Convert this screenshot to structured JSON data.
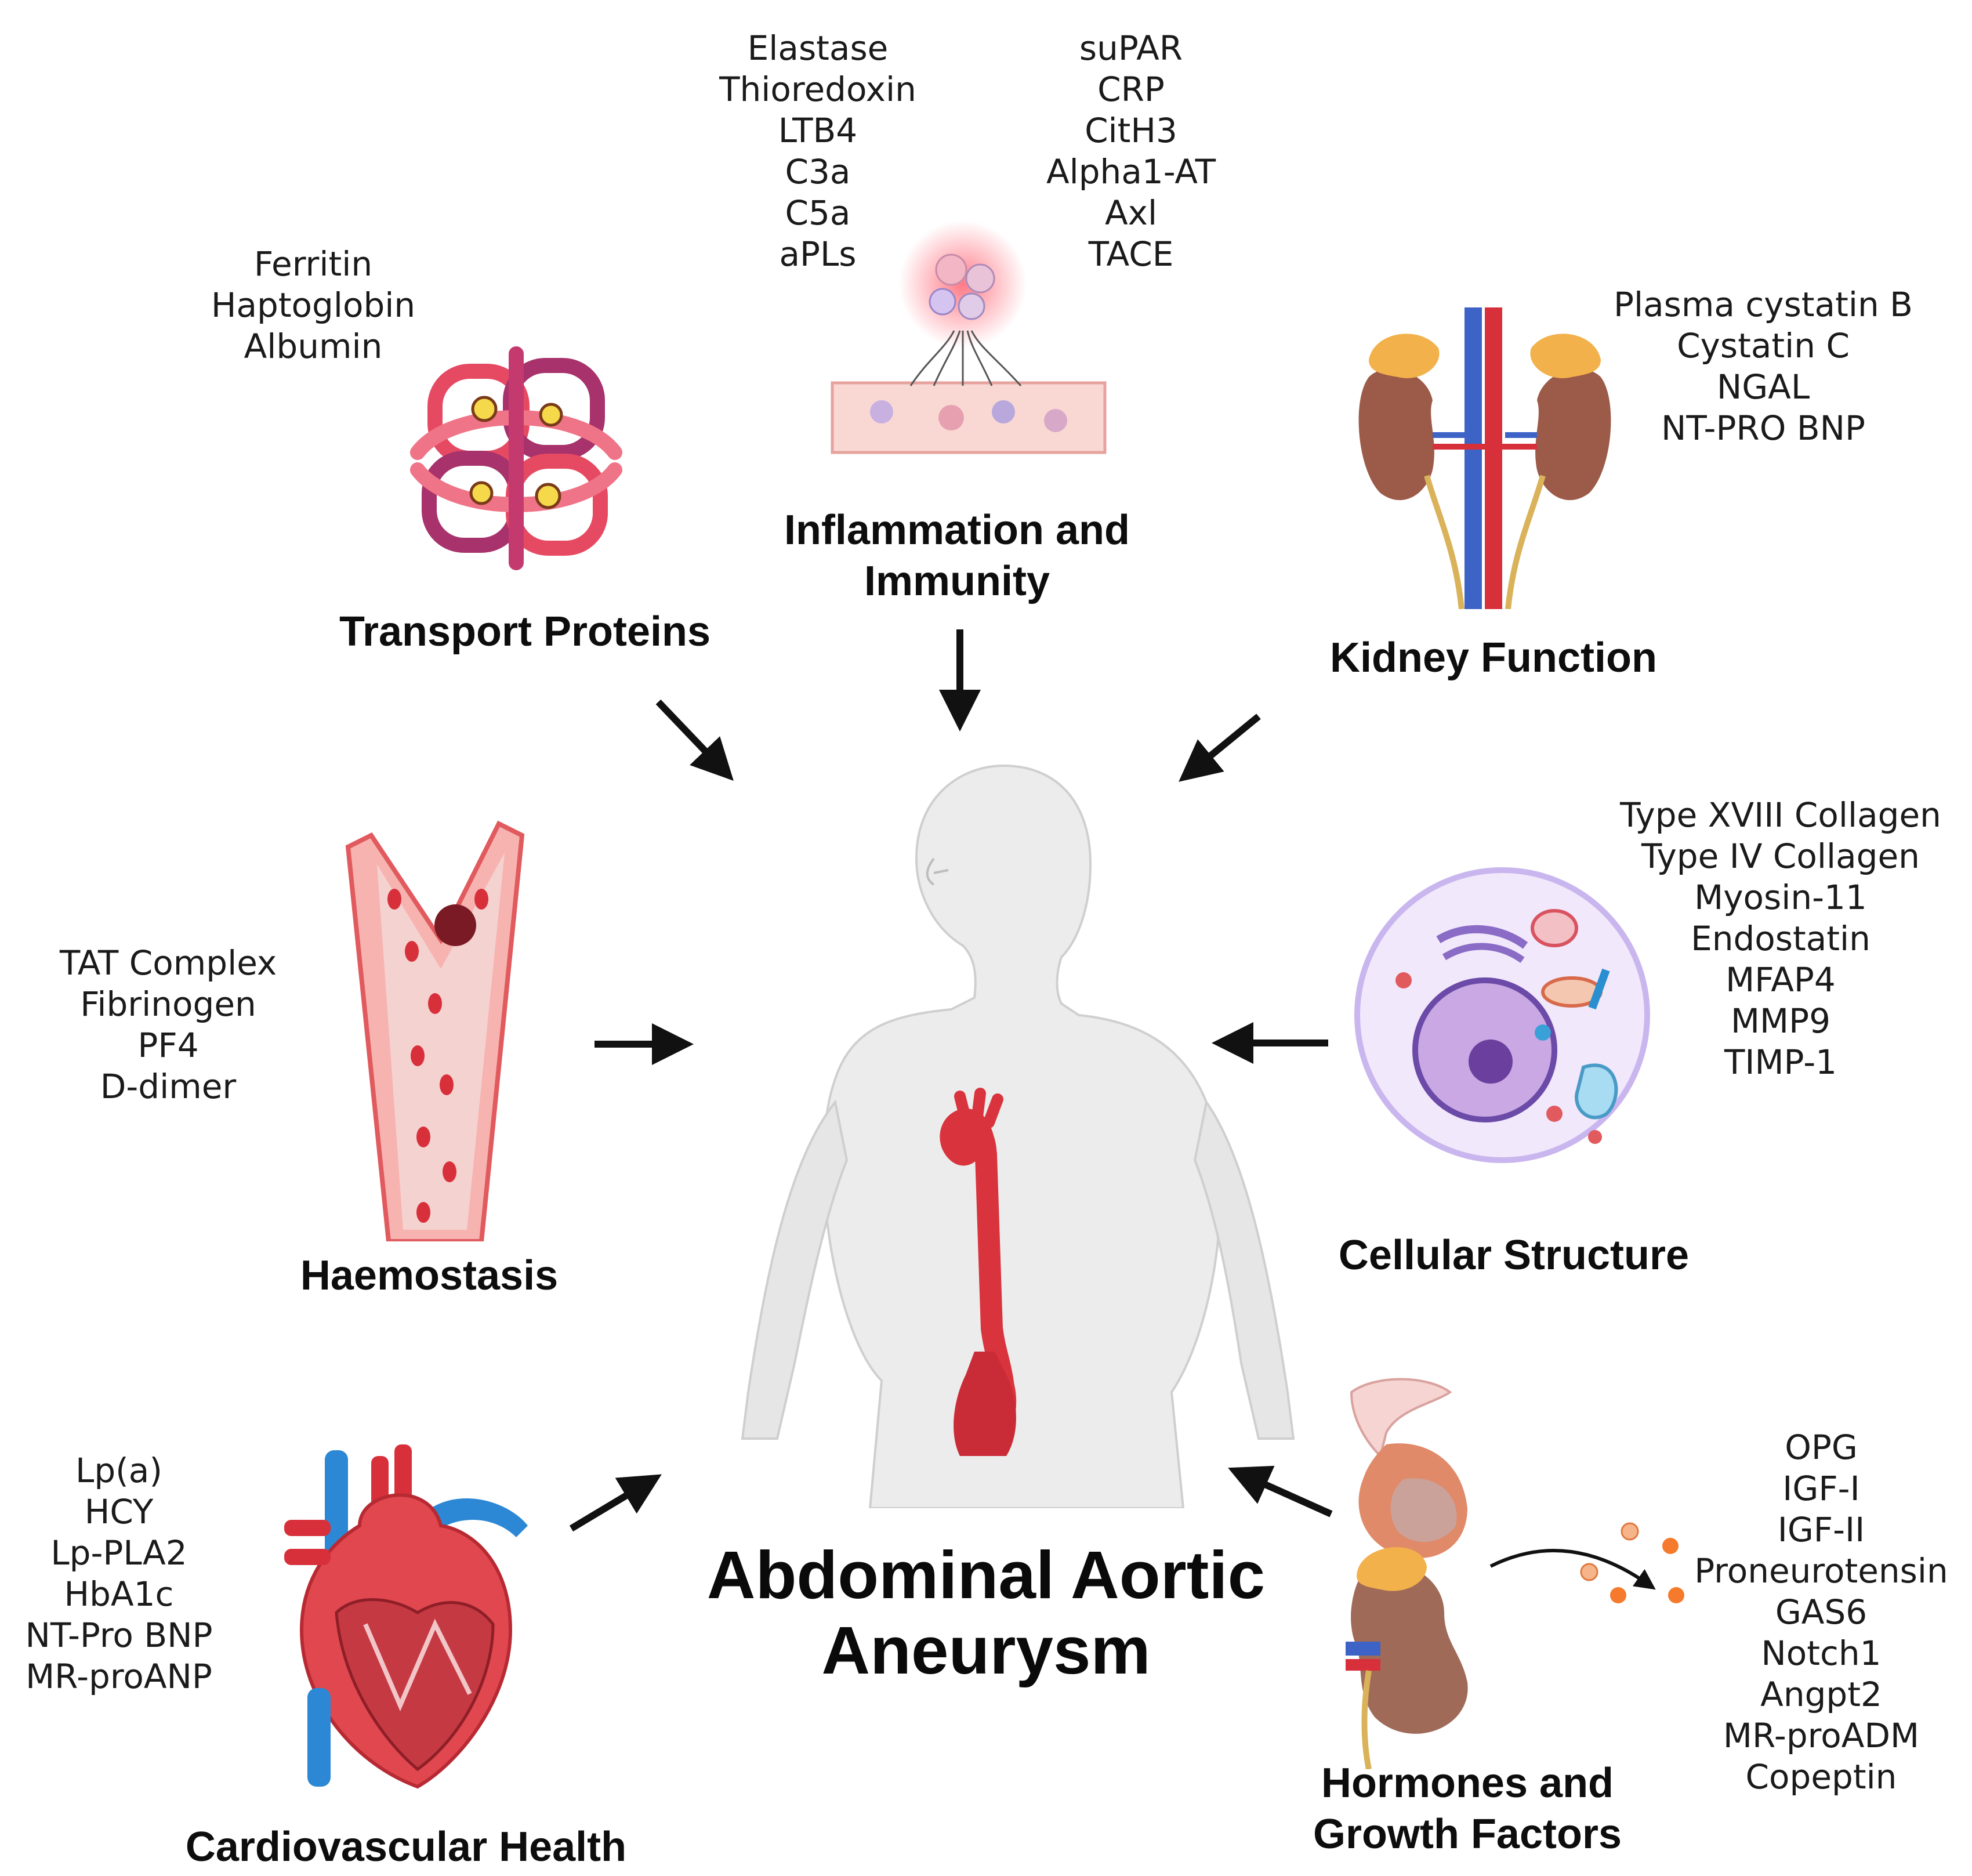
{
  "title": {
    "line1": "Abdominal Aortic",
    "line2": "Aneurysm"
  },
  "categories": {
    "transport": {
      "label": "Transport Proteins",
      "markers": [
        "Ferritin",
        "Haptoglobin",
        "Albumin"
      ]
    },
    "inflammation": {
      "label1": "Inflammation and",
      "label2": "Immunity",
      "markers_left": [
        "Elastase",
        "Thioredoxin",
        "LTB4",
        "C3a",
        "C5a",
        "aPLs"
      ],
      "markers_right": [
        "suPAR",
        "CRP",
        "CitH3",
        "Alpha1-AT",
        "Axl",
        "TACE"
      ]
    },
    "kidney": {
      "label": "Kidney Function",
      "markers": [
        "Plasma cystatin B",
        "Cystatin C",
        "NGAL",
        "NT-PRO BNP"
      ]
    },
    "haemostasis": {
      "label": "Haemostasis",
      "markers": [
        "TAT Complex",
        "Fibrinogen",
        "PF4",
        "D-dimer"
      ]
    },
    "cellular": {
      "label": "Cellular Structure",
      "markers": [
        "Type XVIII Collagen",
        "Type IV Collagen",
        "Myosin-11",
        "Endostatin",
        "MFAP4",
        "MMP9",
        "TIMP-1"
      ]
    },
    "cardio": {
      "label": "Cardiovascular Health",
      "markers": [
        "Lp(a)",
        "HCY",
        "Lp-PLA2",
        "HbA1c",
        "NT-Pro BNP",
        "MR-proANP"
      ]
    },
    "hormones": {
      "label1": "Hormones and",
      "label2": "Growth Factors",
      "markers": [
        "OPG",
        "IGF-I",
        "IGF-II",
        "Proneurotensin",
        "GAS6",
        "Notch1",
        "Angpt2",
        "MR-proADM",
        "Copeptin"
      ]
    }
  },
  "icons": [
    "protein-complex-icon",
    "inflamed-vessel-icon",
    "kidneys-icon",
    "blood-vessel-clot-icon",
    "cell-icon",
    "heart-icon",
    "endocrine-glands-icon",
    "human-body-icon",
    "aorta-icon"
  ],
  "colors": {
    "text": "#111111",
    "arrow": "#111111",
    "vessel": "#e0404a",
    "body": "#ececec"
  }
}
